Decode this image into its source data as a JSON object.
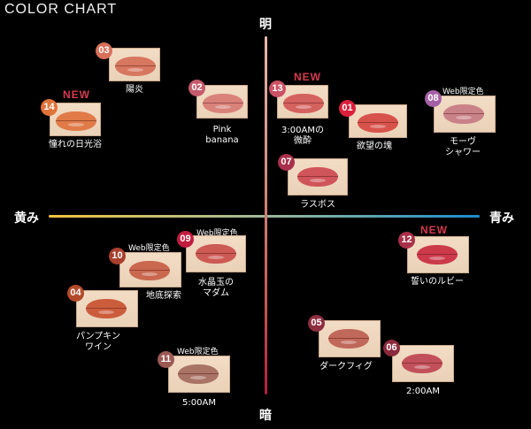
{
  "title": "COLOR CHART",
  "axes": {
    "top": "明",
    "bottom": "暗",
    "left": "黄み",
    "right": "青み"
  },
  "tags": {
    "new": "NEW",
    "web_limited": "Web限定色"
  },
  "chart_data": {
    "type": "scatter",
    "title": "COLOR CHART",
    "xlabel": "黄み ← → 青み",
    "ylabel": "暗 ← → 明",
    "x_axis": {
      "negative": "黄み",
      "positive": "青み"
    },
    "y_axis": {
      "negative": "暗",
      "positive": "明"
    },
    "grid": false,
    "points": [
      {
        "id": "01",
        "name": "欲望の塊",
        "x": 0.45,
        "y": 0.52,
        "new": false,
        "web_limited": false
      },
      {
        "id": "02",
        "name": "Pink banana",
        "x": -0.22,
        "y": 0.6,
        "new": false,
        "web_limited": false
      },
      {
        "id": "03",
        "name": "陽炎",
        "x": -0.61,
        "y": 0.8,
        "new": false,
        "web_limited": false
      },
      {
        "id": "04",
        "name": "パンプキンワイン",
        "x": -0.84,
        "y": -0.5,
        "new": false,
        "web_limited": false
      },
      {
        "id": "05",
        "name": "ダークフィグ",
        "x": 0.41,
        "y": -0.67,
        "new": false,
        "web_limited": false
      },
      {
        "id": "06",
        "name": "2:00AM",
        "x": 0.7,
        "y": -0.81,
        "new": false,
        "web_limited": false
      },
      {
        "id": "07",
        "name": "ラスボス",
        "x": 0.24,
        "y": 0.21,
        "new": false,
        "web_limited": false
      },
      {
        "id": "08",
        "name": "モーヴシャワー",
        "x": 0.87,
        "y": 0.55,
        "new": false,
        "web_limited": true
      },
      {
        "id": "09",
        "name": "水晶玉のマダム",
        "x": -0.24,
        "y": -0.24,
        "new": false,
        "web_limited": true
      },
      {
        "id": "10",
        "name": "地底探索",
        "x": -0.56,
        "y": -0.32,
        "new": false,
        "web_limited": true
      },
      {
        "id": "11",
        "name": "5:00AM",
        "x": -0.3,
        "y": -0.87,
        "new": false,
        "web_limited": true
      },
      {
        "id": "12",
        "name": "誓いのルビー",
        "x": 0.77,
        "y": -0.2,
        "new": true,
        "web_limited": false
      },
      {
        "id": "13",
        "name": "3:00AMの微酔",
        "x": 0.2,
        "y": 0.6,
        "new": true,
        "web_limited": false
      },
      {
        "id": "14",
        "name": "憧れの日光浴",
        "x": -0.9,
        "y": 0.56,
        "new": true,
        "web_limited": false
      }
    ]
  },
  "items": [
    {
      "id": "03",
      "name": "陽炎",
      "badge_color": "#d9705a",
      "lip_color": "#d77760"
    },
    {
      "id": "14",
      "name": "憧れの日光浴",
      "badge_color": "#e0733a",
      "lip_color": "#e07b48"
    },
    {
      "id": "02",
      "name": "Pink\nbanana",
      "badge_color": "#c55a6c",
      "lip_color": "#d9827a"
    },
    {
      "id": "13",
      "name": "3:00AMの\n微酔",
      "badge_color": "#cc5266",
      "lip_color": "#d4625e"
    },
    {
      "id": "01",
      "name": "欲望の塊",
      "badge_color": "#dc1f3c",
      "lip_color": "#d8524c"
    },
    {
      "id": "08",
      "name": "モーヴ\nシャワー",
      "badge_color": "#a460a6",
      "lip_color": "#c98288"
    },
    {
      "id": "07",
      "name": "ラスボス",
      "badge_color": "#a8304a",
      "lip_color": "#d0555a"
    },
    {
      "id": "10",
      "name": "地底探索",
      "badge_color": "#a9402e",
      "lip_color": "#c9684f"
    },
    {
      "id": "09",
      "name": "水晶玉の\nマダム",
      "badge_color": "#c21c3f",
      "lip_color": "#cd5a54"
    },
    {
      "id": "04",
      "name": "パンプキン\nワイン",
      "badge_color": "#b34a2a",
      "lip_color": "#cc5d3c"
    },
    {
      "id": "12",
      "name": "誓いのルビー",
      "badge_color": "#a83048",
      "lip_color": "#cc3a4a"
    },
    {
      "id": "05",
      "name": "ダークフィグ",
      "badge_color": "#8c2e40",
      "lip_color": "#c0685a"
    },
    {
      "id": "06",
      "name": "2:00AM",
      "badge_color": "#8a2a3c",
      "lip_color": "#c2505a"
    },
    {
      "id": "11",
      "name": "5:00AM",
      "badge_color": "#9c5a54",
      "lip_color": "#a97466"
    }
  ]
}
